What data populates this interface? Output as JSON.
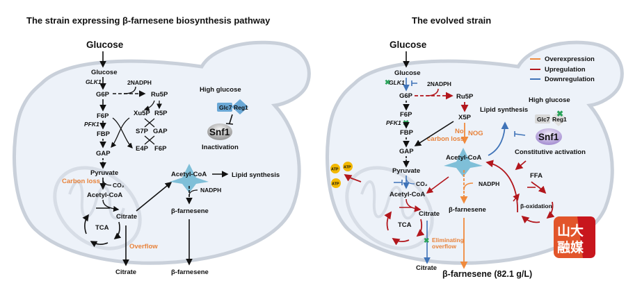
{
  "colors": {
    "overexpression": "#f08a3c",
    "upregulation": "#b2161c",
    "downregulation": "#3f73b8",
    "cell_fill": "#edf2f9",
    "cell_border": "#c9d0da",
    "acetyl_star": "#7fbfd8",
    "knockout_cross": "#2aa35a",
    "atp": "#f3b800",
    "text_orange": "#e8823a"
  },
  "left": {
    "title": "The strain expressing β-farnesene biosynthesis pathway",
    "glucose_outside": "Glucose",
    "glucose_inside": "Glucose",
    "glk1": "GLK1",
    "nadph2": "2NADPH",
    "g6p": "G6P",
    "ru5p": "Ru5P",
    "xu5p": "Xu5P",
    "r5p": "R5P",
    "s7p": "S7P",
    "gap_ppp": "GAP",
    "e4p": "E4P",
    "f6p_ppp": "F6P",
    "f6p": "F6P",
    "pfk1": "PFK1",
    "fbp": "FBP",
    "gap": "GAP",
    "pyruvate": "Pyruvate",
    "carbon_loss": "Carbon loss",
    "co2": "CO₂",
    "acetyl_coa_mito": "Acetyl-CoA",
    "citrate_mito": "Citrate",
    "tca": "TCA",
    "overflow": "Overflow",
    "citrate_out": "Citrate",
    "acetyl_coa": "Acetyl-CoA",
    "lipid_synthesis": "Lipid synthesis",
    "nadph": "NADPH",
    "farnesene_in": "β-farnesene",
    "farnesene_out": "β-farnesene",
    "high_glucose": "High glucose",
    "glc7": "Glc7",
    "reg1": "Reg1",
    "snf1": "Snf1",
    "snf1_state": "Inactivation"
  },
  "right": {
    "title": "The evolved strain",
    "legend": [
      {
        "label": "Overexpression",
        "color_key": "overexpression"
      },
      {
        "label": "Upregulation",
        "color_key": "upregulation"
      },
      {
        "label": "Downregulation",
        "color_key": "downregulation"
      }
    ],
    "glucose_outside": "Glucose",
    "glucose_inside": "Glucose",
    "glk1": "GLK1",
    "nadph2": "2NADPH",
    "g6p": "G6P",
    "ru5p": "Ru5P",
    "x5p": "X5P",
    "f6p": "F6P",
    "pfk1": "PFK1",
    "fbp": "FBP",
    "gap": "GAP",
    "no": "No",
    "carbon_loss": "carbon loss",
    "nog": "NOG",
    "pyruvate": "Pyruvate",
    "co2": "CO₂",
    "acetyl_coa_mito": "Acetyl-CoA",
    "citrate_mito": "Citrate",
    "tca": "TCA",
    "eliminating_overflow_1": "Eliminating",
    "eliminating_overflow_2": "overflow",
    "citrate_out": "Citrate",
    "atp_labels": [
      "ATP",
      "ATP",
      "ATP"
    ],
    "acetyl_coa": "Acetyl-CoA",
    "lipid_synthesis": "Lipid synthesis",
    "nadph": "NADPH",
    "farnesene_in": "β-farnesene",
    "farnesene_out": "β-farnesene (82.1 g/L)",
    "high_glucose": "High glucose",
    "glc7": "Glc7",
    "reg1": "Reg1",
    "snf1": "Snf1",
    "snf1_state": "Constitutive activation",
    "ffa": "FFA",
    "beta_oxidation": "β-oxidation"
  },
  "watermark": {
    "line1": "山大",
    "line2": "融媒"
  }
}
